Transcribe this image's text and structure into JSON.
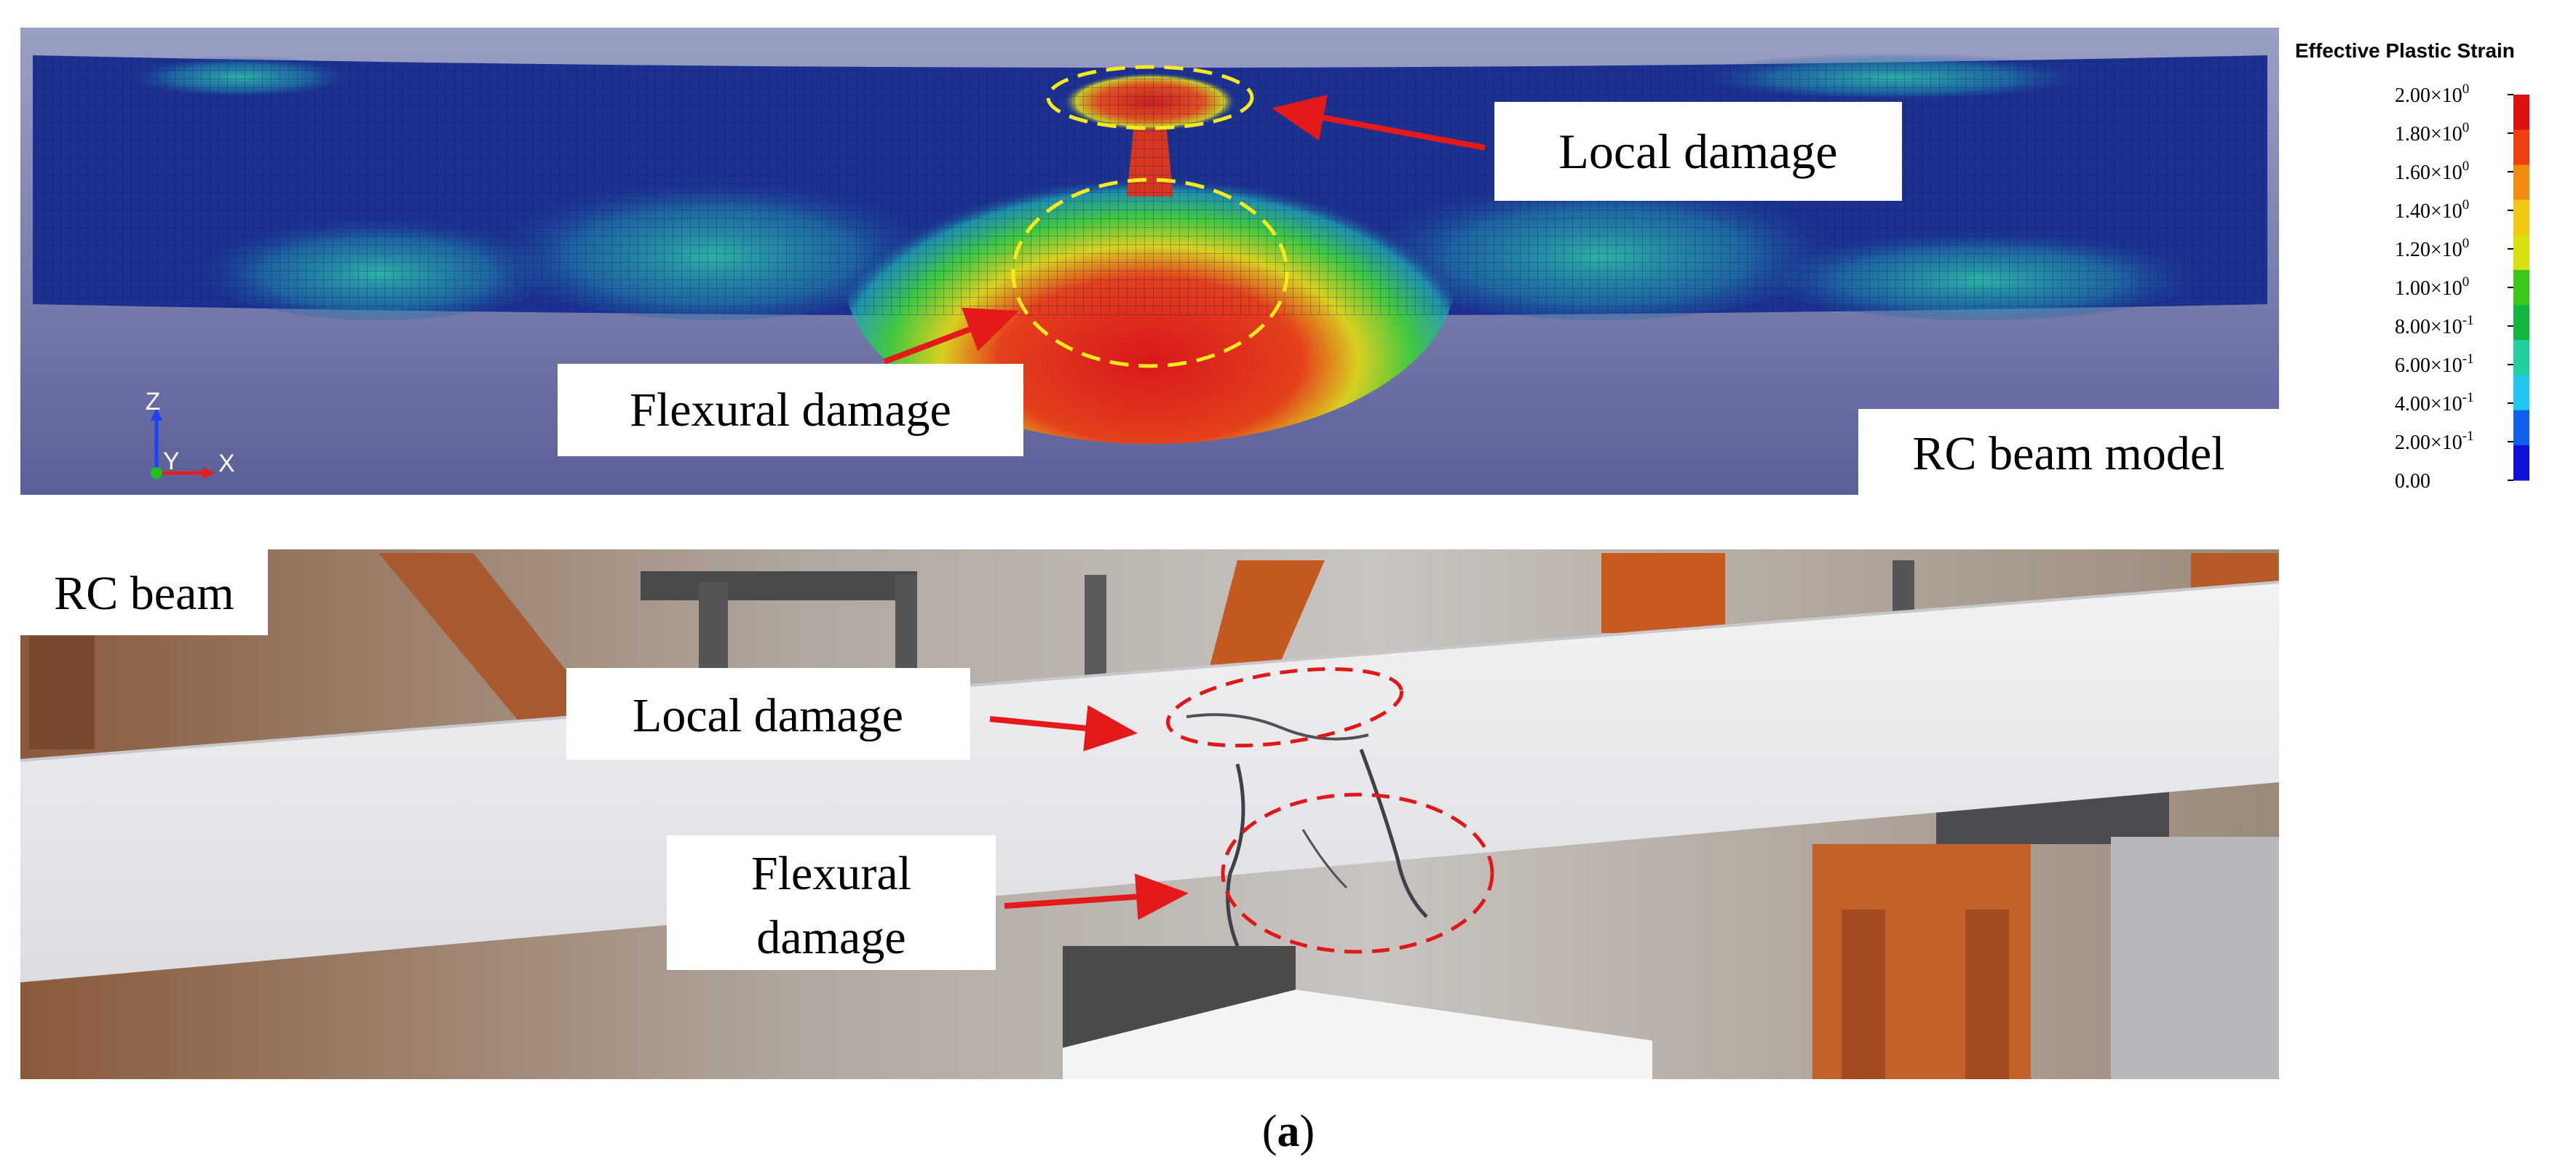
{
  "top_panel": {
    "labels": {
      "local_damage": "Local damage",
      "flexural_damage": "Flexural damage",
      "model_name": "RC beam model"
    },
    "axes": {
      "z": "Z",
      "y": "Y",
      "x": "X"
    }
  },
  "colorbar": {
    "title": "Effective Plastic Strain",
    "ticks": [
      {
        "mantissa": "2.00",
        "exp": "0"
      },
      {
        "mantissa": "1.80",
        "exp": "0"
      },
      {
        "mantissa": "1.60",
        "exp": "0"
      },
      {
        "mantissa": "1.40",
        "exp": "0"
      },
      {
        "mantissa": "1.20",
        "exp": "0"
      },
      {
        "mantissa": "1.00",
        "exp": "0"
      },
      {
        "mantissa": "8.00",
        "exp": "-1"
      },
      {
        "mantissa": "6.00",
        "exp": "-1"
      },
      {
        "mantissa": "4.00",
        "exp": "-1"
      },
      {
        "mantissa": "2.00",
        "exp": "-1"
      },
      {
        "mantissa": "0.00",
        "exp": ""
      }
    ],
    "times": "×10",
    "colors": [
      "#e01010",
      "#f04010",
      "#f08a10",
      "#f0c810",
      "#d8e010",
      "#38c818",
      "#10b840",
      "#20d0a0",
      "#20c8f0",
      "#1060f0",
      "#1010d8"
    ]
  },
  "bottom_panel": {
    "labels": {
      "specimen_name": "RC beam",
      "local_damage": "Local damage",
      "flexural_damage_line1": "Flexural",
      "flexural_damage_line2": "damage"
    }
  },
  "caption": {
    "open": "(",
    "letter": "a",
    "close": ")"
  },
  "colors": {
    "mesh_bg": "#737aa8",
    "beam_blue": "#1c3190",
    "ellipse_yellow": "#f5ea20",
    "ellipse_red": "#e01818",
    "arrow_red": "#e41a1a"
  }
}
